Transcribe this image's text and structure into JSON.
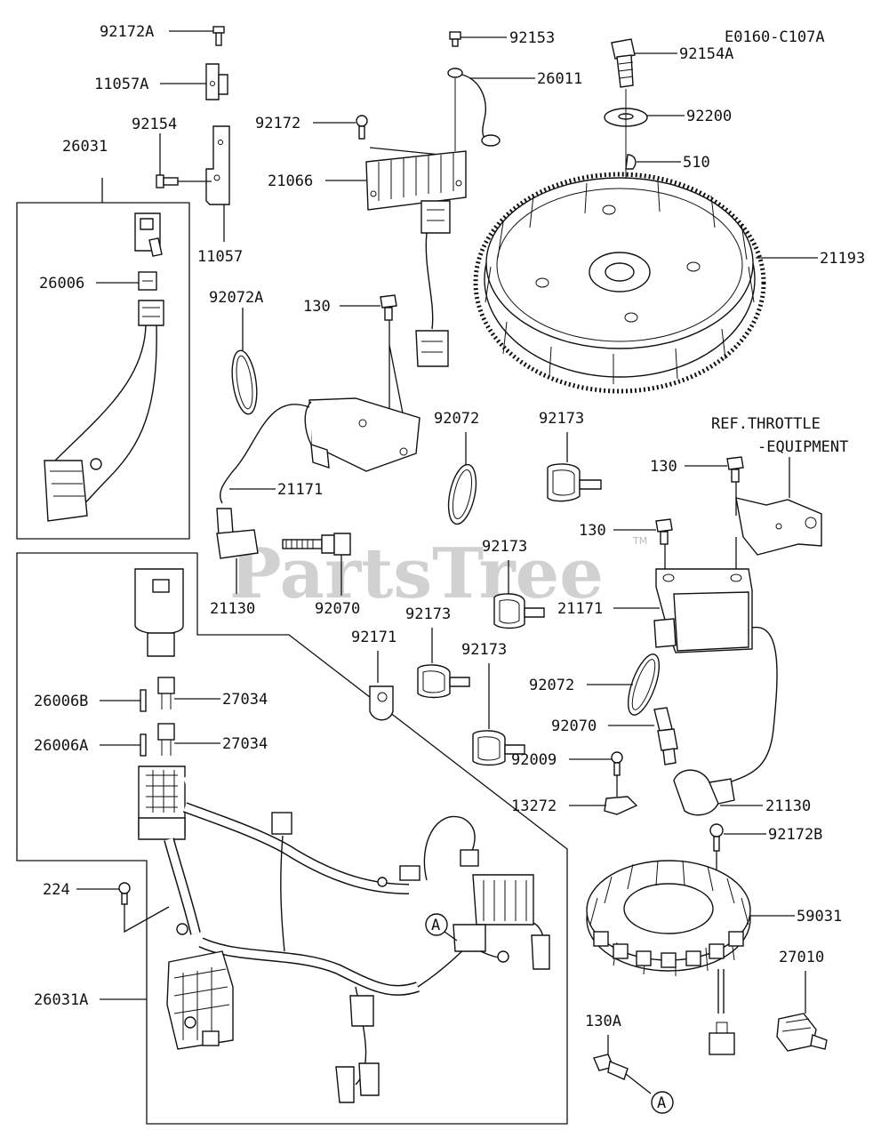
{
  "diagram_code": "E0160-C107A",
  "watermark": "PartsTree",
  "watermark_tm": "TM",
  "ref_note_line1": "REF.THROTTLE",
  "ref_note_line2": "-EQUIPMENT",
  "callout_letter": "A",
  "labels": {
    "p92172A": "92172A",
    "p11057A": "11057A",
    "p92154": "92154",
    "p26031": "26031",
    "p11057": "11057",
    "p26006": "26006",
    "p92153": "92153",
    "p26011": "26011",
    "p92154A": "92154A",
    "p92172": "92172",
    "p21066": "21066",
    "p92200": "92200",
    "p510": "510",
    "p21193": "21193",
    "p92072A": "92072A",
    "p130a": "130",
    "p21171a": "21171",
    "p92072a": "92072",
    "p92173a": "92173",
    "p130b": "130",
    "p130c": "130",
    "p21130a": "21130",
    "p92070a": "92070",
    "p92173b": "92173",
    "p92173c": "92173",
    "p92171": "92171",
    "p92173d": "92173",
    "p21171b": "21171",
    "p92072b": "92072",
    "p92070b": "92070",
    "p92009": "92009",
    "p13272": "13272",
    "p21130b": "21130",
    "p92172B": "92172B",
    "p26006B": "26006B",
    "p27034a": "27034",
    "p26006A": "26006A",
    "p27034b": "27034",
    "p224": "224",
    "p26031A": "26031A",
    "p59031": "59031",
    "p27010": "27010",
    "p130A": "130A"
  }
}
